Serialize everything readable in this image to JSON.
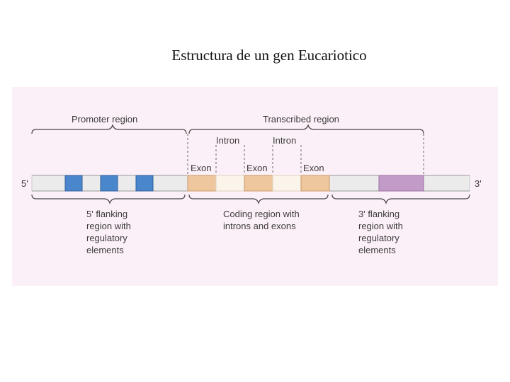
{
  "title": "Estructura de un gen Eucariotico",
  "diagram": {
    "top_labels": {
      "promoter_region": "Promoter region",
      "transcribed_region": "Transcribed region"
    },
    "intron_labels": [
      "Intron",
      "Intron"
    ],
    "exon_labels": [
      "Exon",
      "Exon",
      "Exon"
    ],
    "ends": {
      "five_prime": "5'",
      "three_prime": "3'"
    },
    "bottom_labels": {
      "five_flanking": [
        "5' flanking",
        "region with",
        "regulatory",
        "elements"
      ],
      "coding": [
        "Coding region with",
        "introns and exons"
      ],
      "three_flanking": [
        "3' flanking",
        "region with",
        "regulatory",
        "elements"
      ]
    },
    "colors": {
      "dna_strand": "#ebebeb",
      "regulatory_box": "#4a86cc",
      "exon": "#eec79e",
      "intron": "#fbf4ea",
      "three_prime_element": "#c39bc9",
      "background": "#fcf0f8"
    }
  }
}
